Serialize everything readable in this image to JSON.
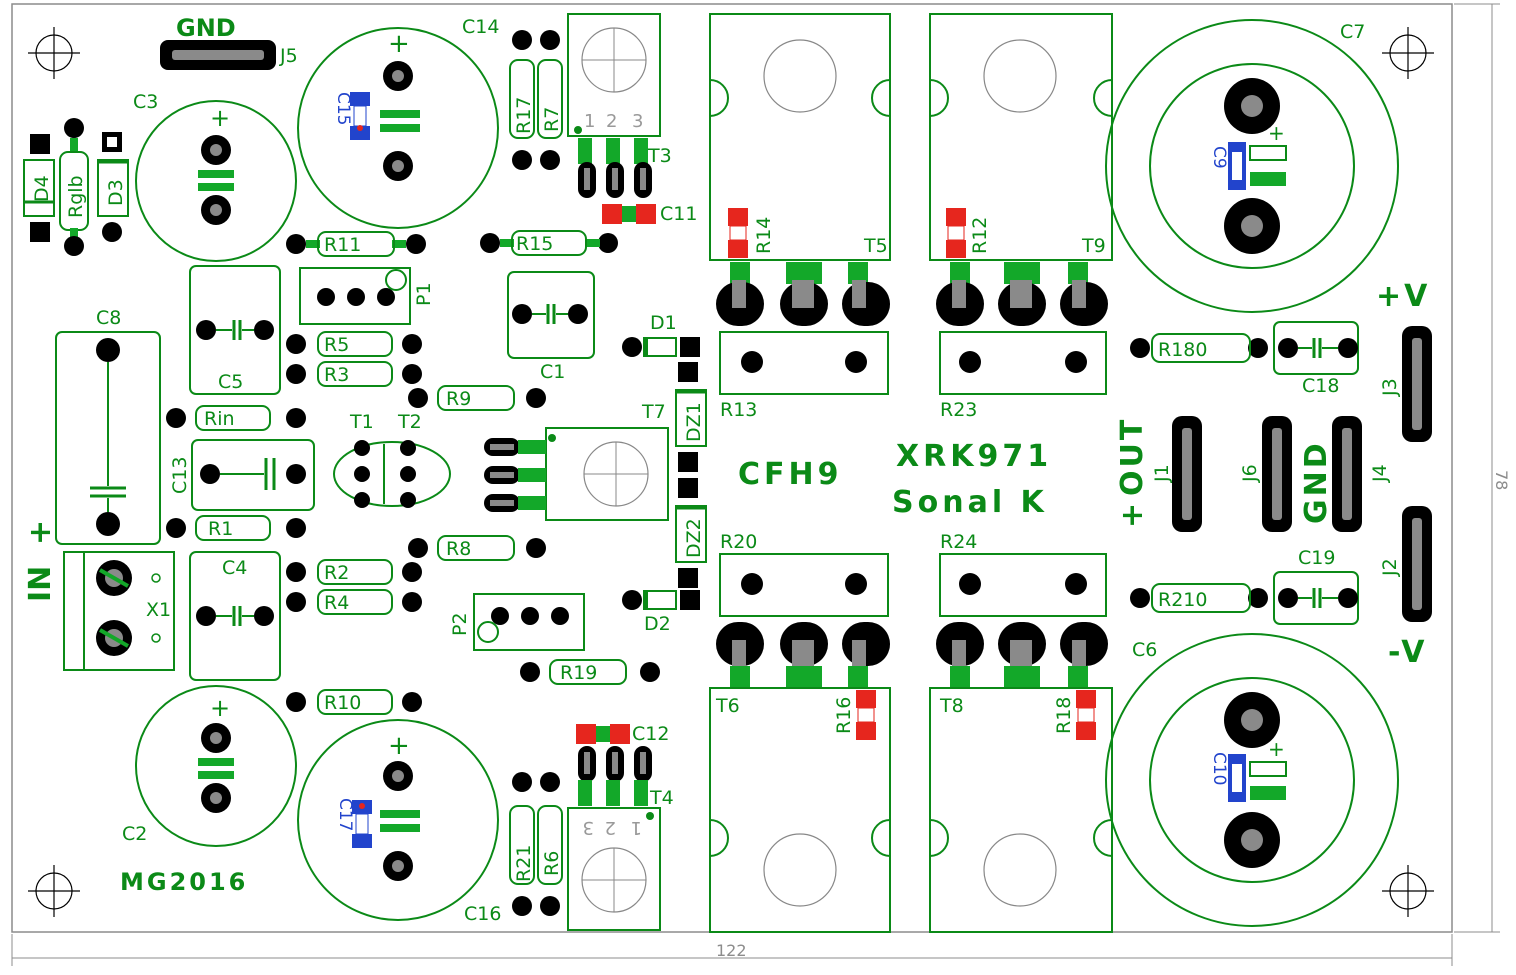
{
  "board": {
    "colors": {
      "silk": "#0b8a17",
      "pad": "#000000",
      "lead": "#8a8a8a",
      "copper_green": "#13a829",
      "smd_red": "#e6261e",
      "smd_blue": "#2244cc",
      "dimension": "#8c8c8c"
    },
    "dimensions": {
      "width": "122",
      "height": "78"
    },
    "texts": {
      "project": "XRK971",
      "author": "Sonal K",
      "model": "CFH9",
      "credit": "MG2016",
      "in_label": "IN",
      "plus": "+",
      "out_label": "OUT",
      "gnd_right": "GND",
      "gnd_top": "GND",
      "plus_v": "+V",
      "minus_v": "-V",
      "pin1": "1",
      "pin2": "2",
      "pin3": "3"
    },
    "refs": {
      "C1": "C1",
      "C2": "C2",
      "C3": "C3",
      "C4": "C4",
      "C5": "C5",
      "C6": "C6",
      "C7": "C7",
      "C8": "C8",
      "C9": "C9",
      "C10": "C10",
      "C11": "C11",
      "C12": "C12",
      "C13": "C13",
      "C14": "C14",
      "C15": "C15",
      "C16": "C16",
      "C17": "C17",
      "C18": "C18",
      "C19": "C19",
      "R1": "R1",
      "R2": "R2",
      "R3": "R3",
      "R4": "R4",
      "R5": "R5",
      "R6": "R6",
      "R7": "R7",
      "R8": "R8",
      "R9": "R9",
      "R10": "R10",
      "R11": "R11",
      "R12": "R12",
      "R13": "R13",
      "R14": "R14",
      "R15": "R15",
      "R16": "R16",
      "R17": "R17",
      "R18": "R18",
      "R19": "R19",
      "R20": "R20",
      "R21": "R21",
      "R23": "R23",
      "R24": "R24",
      "R180": "R180",
      "R210": "R210",
      "Rin": "Rin",
      "Rglb": "Rglb",
      "D1": "D1",
      "D2": "D2",
      "D3": "D3",
      "D4": "D4",
      "DZ1": "DZ1",
      "DZ2": "DZ2",
      "T1": "T1",
      "T2": "T2",
      "T3": "T3",
      "T4": "T4",
      "T5": "T5",
      "T6": "T6",
      "T7": "T7",
      "T8": "T8",
      "T9": "T9",
      "P1": "P1",
      "P2": "P2",
      "J1": "J1",
      "J2": "J2",
      "J3": "J3",
      "J4": "J4",
      "J5": "J5",
      "J6": "J6",
      "X1": "X1"
    }
  }
}
